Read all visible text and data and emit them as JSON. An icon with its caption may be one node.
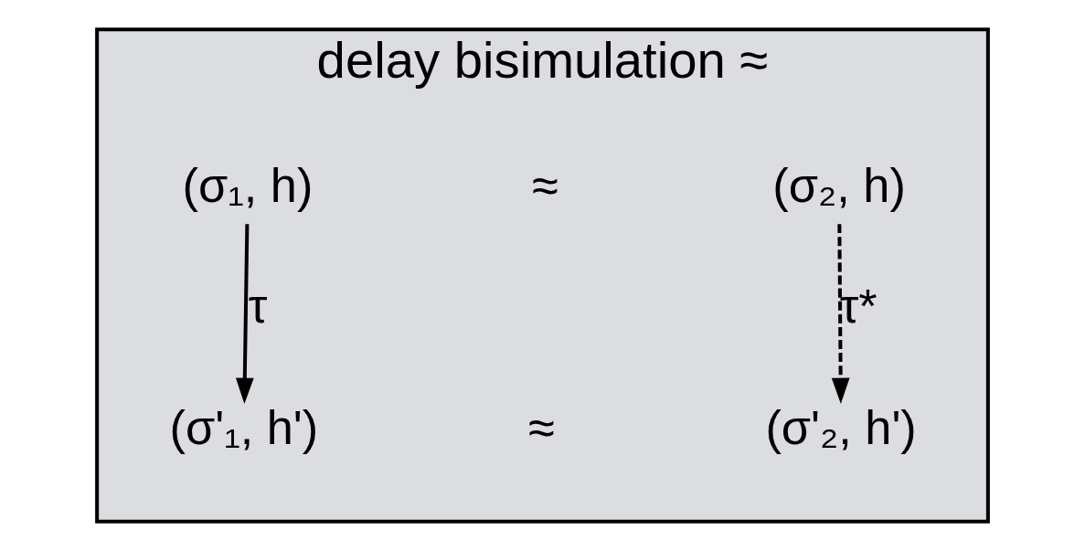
{
  "diagram": {
    "nodes": [
      {
        "text": [
          "delay bisimulation ≈"
        ]
      },
      {
        "text": [
          "(σ₁, h)"
        ],
        "in": 0
      },
      {
        "text": [
          "(σ₂, h)"
        ],
        "in": 0
      },
      {
        "text": [
          "(σ'₁, h')"
        ],
        "in": 0
      },
      {
        "text": [
          "(σ'₂, h')"
        ],
        "in": 0
      }
    ],
    "edges": [
      {
        "from": 1,
        "to": 3,
        "arrow": "to",
        "label": "τ"
      },
      {
        "from": 2,
        "to": 4,
        "arrow": "to",
        "label": "τ*",
        "style": "dashed"
      }
    ],
    "labels": [
      "≈",
      "≈"
    ]
  }
}
